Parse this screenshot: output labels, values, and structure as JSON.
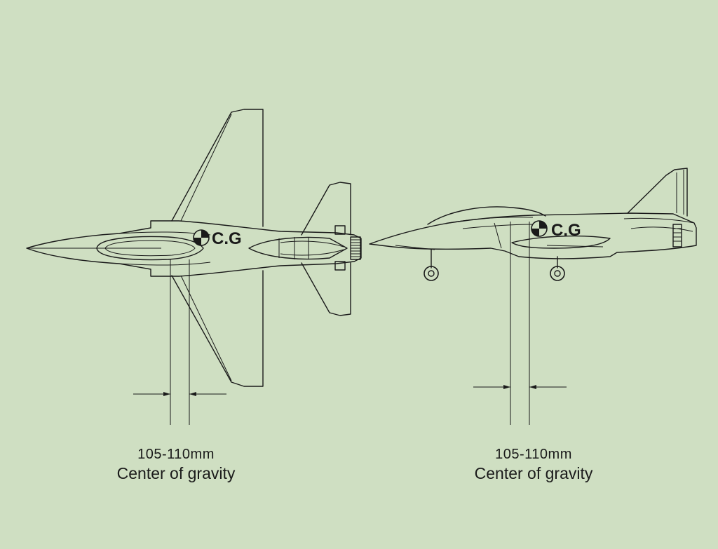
{
  "top_view": {
    "cg_marker_text": "C.G",
    "dimension_text": "105-110mm",
    "label": "Center of gravity"
  },
  "side_view": {
    "cg_marker_text": "C.G",
    "dimension_text": "105-110mm",
    "label": "Center of gravity"
  },
  "colors": {
    "background": "#cfdfc2",
    "line": "#1a1a1a"
  }
}
